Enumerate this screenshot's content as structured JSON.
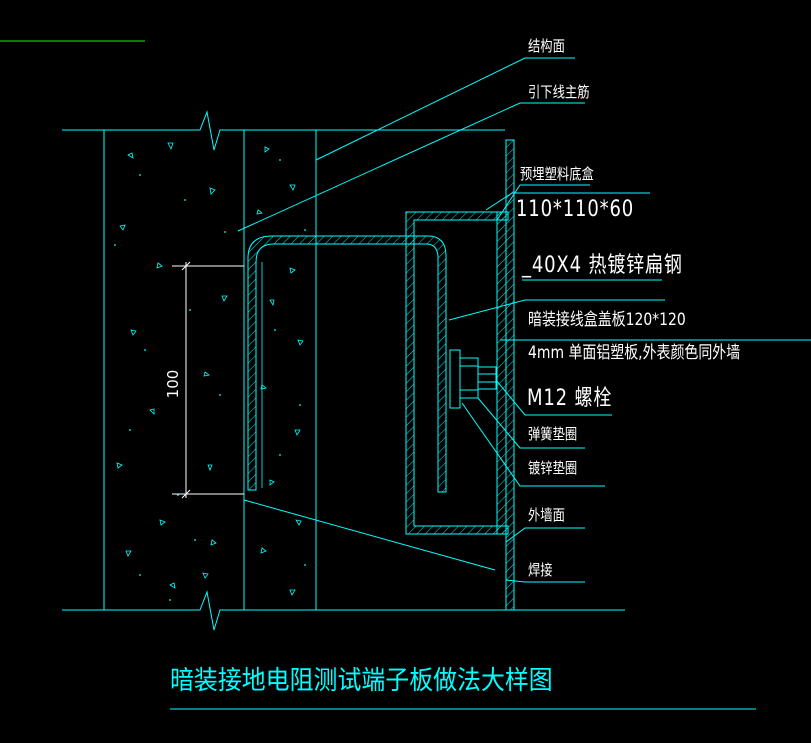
{
  "title": "暗装接地电阻测试端子板做法大样图",
  "dimension": "100",
  "labels": {
    "structure_face": "结构面",
    "down_conductor": "引下线主筋",
    "box_name": "预埋塑料底盒",
    "box_size": "110*110*60",
    "flat_steel": "_40X4 热镀锌扁钢",
    "cover_plate": "暗装接线盒盖板120*120",
    "cover_material": "4mm 单面铝塑板,外表颜色同外墙",
    "bolt": "M12 螺栓",
    "spring_washer": "弹簧垫圈",
    "galv_washer": "镀锌垫圈",
    "outer_wall": "外墙面",
    "weld": "焊接"
  },
  "colors": {
    "background": "#000000",
    "lines": "#00ffff",
    "text": "#ffffff",
    "guide": "#00ff00"
  }
}
